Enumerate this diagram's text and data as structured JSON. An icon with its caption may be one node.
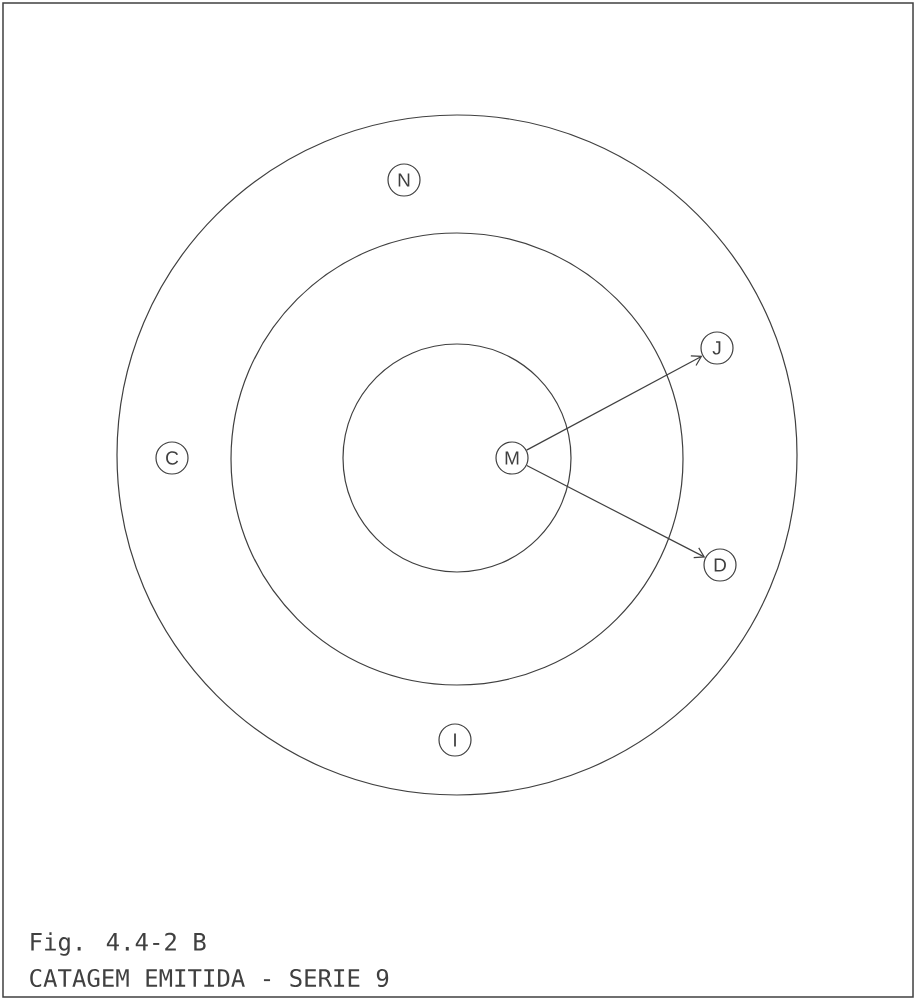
{
  "diagram": {
    "nodes": [
      {
        "text": [],
        "shape": "circle"
      },
      {
        "text": [],
        "shape": "circle",
        "in": 0
      },
      {
        "text": [],
        "shape": "circle",
        "in": 1
      },
      {
        "text": [
          "N"
        ],
        "in": 0
      },
      {
        "text": [
          "C"
        ],
        "in": 0
      },
      {
        "text": [
          "M"
        ],
        "in": 2
      },
      {
        "text": [
          "J"
        ],
        "in": 0
      },
      {
        "text": [
          "D"
        ],
        "in": 0
      },
      {
        "text": [
          "I"
        ],
        "in": 0
      }
    ],
    "edges": [
      {
        "from": 5,
        "to": 6,
        "arrow": "to"
      },
      {
        "from": 5,
        "to": 7,
        "arrow": "to"
      }
    ],
    "labels": [
      "Fig. 4.4-2 B",
      "CATAGEM EMITIDA - SERIE 9"
    ]
  }
}
